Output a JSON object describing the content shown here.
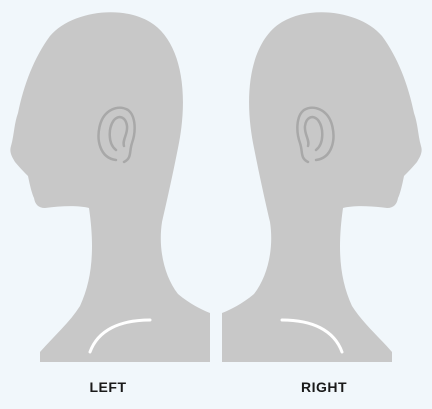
{
  "colors": {
    "background": "#f1f7fb",
    "silhouette": "#c8c8c8",
    "ear_line": "#a8a8a8",
    "shoulder_line": "#ffffff",
    "label": "#1a1a1a"
  },
  "figures": [
    {
      "label": "LEFT",
      "facing": "left",
      "icon": "head-profile-icon"
    },
    {
      "label": "RIGHT",
      "facing": "right",
      "icon": "head-profile-icon"
    }
  ]
}
